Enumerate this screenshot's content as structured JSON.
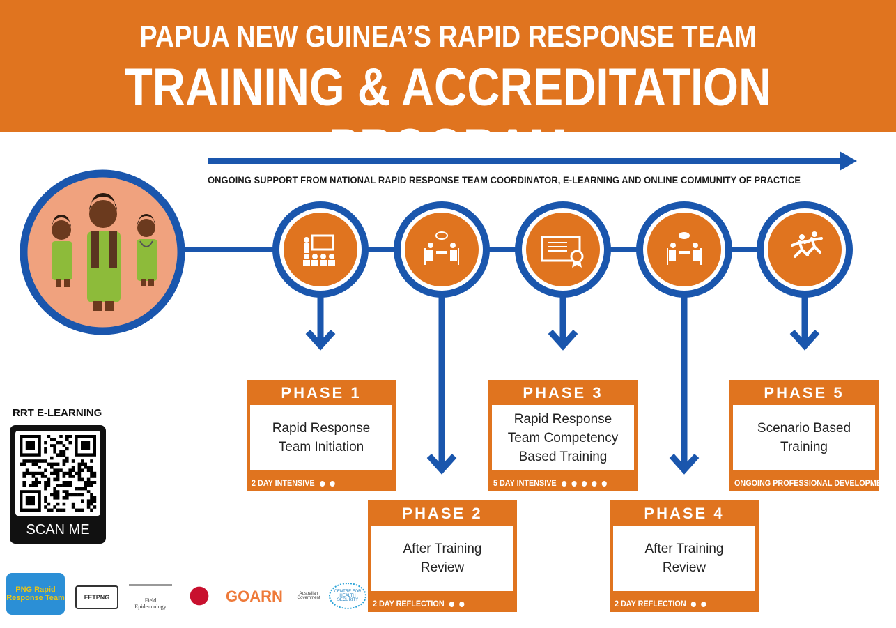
{
  "header": {
    "title_top": "PAPUA NEW GUINEA’S RAPID RESPONSE TEAM",
    "title_main": "TRAINING & ACCREDITATION PROGRAM"
  },
  "support_text": "ONGOING SUPPORT FROM NATIONAL RAPID RESPONSE TEAM COORDINATOR, E-LEARNING AND ONLINE COMMUNITY OF PRACTICE",
  "steps": [
    {
      "icon": "presentation-icon"
    },
    {
      "icon": "discussion-icon"
    },
    {
      "icon": "certificate-icon"
    },
    {
      "icon": "review-meeting-icon"
    },
    {
      "icon": "running-people-icon"
    }
  ],
  "phases": [
    {
      "title": "PHASE 1",
      "lines": [
        "Rapid Response",
        "Team Initiation"
      ],
      "footer": "2 DAY INTENSIVE",
      "dots": 2
    },
    {
      "title": "PHASE 2",
      "lines": [
        "After Training",
        "Review"
      ],
      "footer": "2 DAY REFLECTION",
      "dots": 2
    },
    {
      "title": "PHASE 3",
      "lines": [
        "Rapid Response",
        "Team Competency",
        "Based Training"
      ],
      "footer": "5 DAY INTENSIVE",
      "dots": 5
    },
    {
      "title": "PHASE 4",
      "lines": [
        "After Training",
        "Review"
      ],
      "footer": "2 DAY REFLECTION",
      "dots": 2
    },
    {
      "title": "PHASE 5",
      "lines": [
        "Scenario Based",
        "Training"
      ],
      "footer": "ONGOING PROFESSIONAL DEVELOPMENT",
      "dots": 0
    }
  ],
  "qr": {
    "label": "RRT E-LEARNING",
    "scan_text": "SCAN ME"
  },
  "logos": [
    {
      "name": "png-rrt-logo",
      "text": "PNG Rapid Response Team"
    },
    {
      "name": "fetpng-logo",
      "text": "FETPNG"
    },
    {
      "name": "field-epidemiology-logo",
      "text": "Field Epidemiology"
    },
    {
      "name": "png-ndoh-logo",
      "text": ""
    },
    {
      "name": "goarn-logo",
      "text": "GOARN"
    },
    {
      "name": "australian-government-logo",
      "text": "Australian Government"
    },
    {
      "name": "health-security-logo",
      "text": "CENTRE FOR HEALTH SECURITY"
    }
  ],
  "colors": {
    "orange": "#e0741f",
    "blue": "#1a56ad",
    "skin_circle": "#f0a27e",
    "green": "#8dbb3a"
  }
}
